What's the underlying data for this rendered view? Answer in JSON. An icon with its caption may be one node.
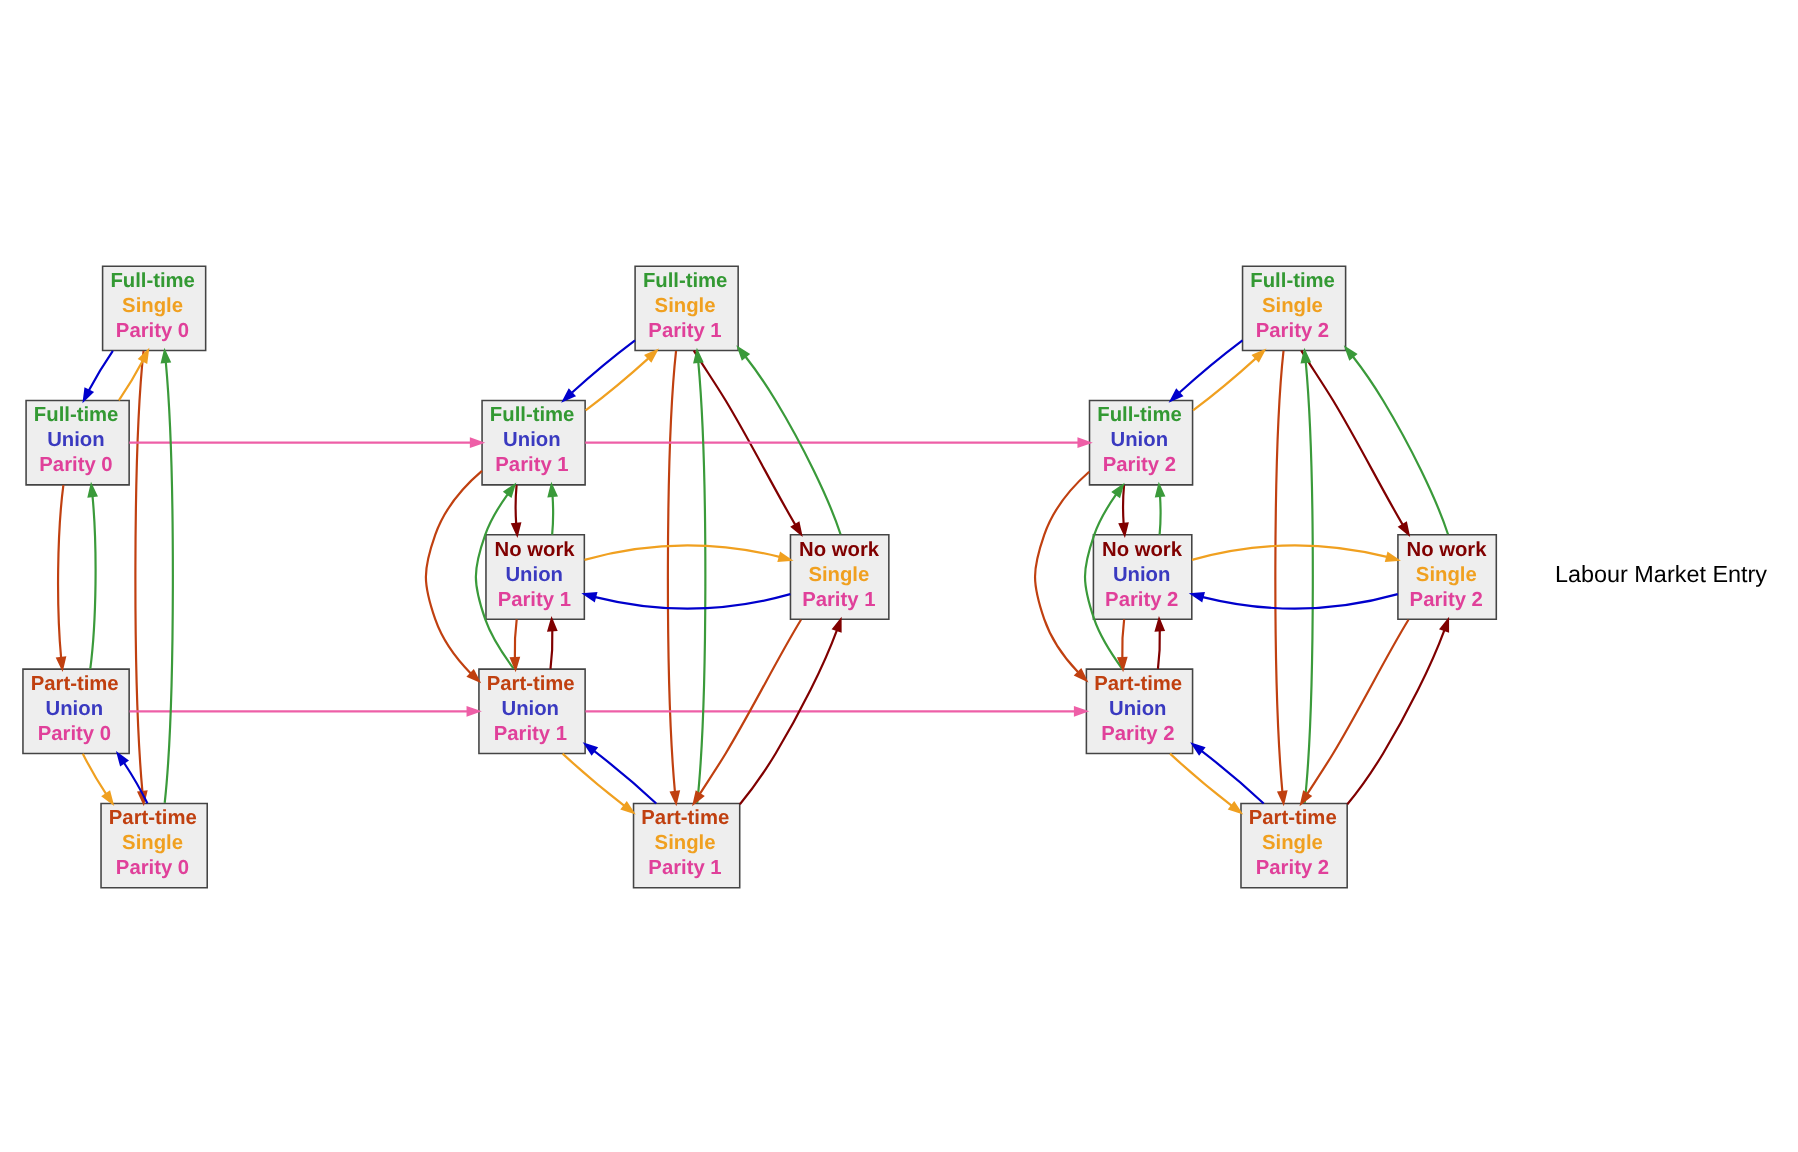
{
  "diagram": {
    "nodes": [
      {
        "text": [
          "Full-time",
          "Single",
          "Parity 0"
        ]
      },
      {
        "text": [
          "Full-time",
          "Union",
          "Parity 0"
        ]
      },
      {
        "text": [
          "Part-time",
          "Union",
          "Parity 0"
        ]
      },
      {
        "text": [
          "Part-time",
          "Single",
          "Parity 0"
        ]
      },
      {
        "text": [
          "Full-time",
          "Single",
          "Parity 1"
        ]
      },
      {
        "text": [
          "Full-time",
          "Union",
          "Parity 1"
        ]
      },
      {
        "text": [
          "Part-time",
          "Union",
          "Parity 1"
        ]
      },
      {
        "text": [
          "Part-time",
          "Single",
          "Parity 1"
        ]
      },
      {
        "text": [
          "No work",
          "Union",
          "Parity 1"
        ]
      },
      {
        "text": [
          "No work",
          "Single",
          "Parity 1"
        ]
      },
      {
        "text": [
          "Full-time",
          "Single",
          "Parity 2"
        ]
      },
      {
        "text": [
          "Full-time",
          "Union",
          "Parity 2"
        ]
      },
      {
        "text": [
          "Part-time",
          "Union",
          "Parity 2"
        ]
      },
      {
        "text": [
          "Part-time",
          "Single",
          "Parity 2"
        ]
      },
      {
        "text": [
          "No work",
          "Union",
          "Parity 2"
        ]
      },
      {
        "text": [
          "No work",
          "Single",
          "Parity 2"
        ]
      }
    ],
    "edges": [
      {
        "from": 0,
        "to": 1,
        "arrow": "to",
        "color": "#0000cc"
      },
      {
        "from": 1,
        "to": 0,
        "arrow": "to",
        "color": "#f0a020"
      },
      {
        "from": 1,
        "to": 2,
        "arrow": "to",
        "color": "#c04010"
      },
      {
        "from": 2,
        "to": 1,
        "arrow": "to",
        "color": "#3a9a3a"
      },
      {
        "from": 3,
        "to": 2,
        "arrow": "to",
        "color": "#0000cc"
      },
      {
        "from": 2,
        "to": 3,
        "arrow": "to",
        "color": "#f0a020"
      },
      {
        "from": 3,
        "to": 0,
        "arrow": "to",
        "color": "#3a9a3a"
      },
      {
        "from": 0,
        "to": 3,
        "arrow": "to",
        "color": "#c04010"
      },
      {
        "from": 1,
        "to": 5,
        "arrow": "to",
        "color": "#ee5fa7"
      },
      {
        "from": 2,
        "to": 6,
        "arrow": "to",
        "color": "#ee5fa7"
      },
      {
        "from": 4,
        "to": 5,
        "arrow": "to",
        "color": "#0000cc"
      },
      {
        "from": 5,
        "to": 4,
        "arrow": "to",
        "color": "#f0a020"
      },
      {
        "from": 5,
        "to": 6,
        "arrow": "to",
        "color": "#c04010"
      },
      {
        "from": 6,
        "to": 5,
        "arrow": "to",
        "color": "#3a9a3a"
      },
      {
        "from": 7,
        "to": 6,
        "arrow": "to",
        "color": "#0000cc"
      },
      {
        "from": 6,
        "to": 7,
        "arrow": "to",
        "color": "#f0a020"
      },
      {
        "from": 7,
        "to": 4,
        "arrow": "to",
        "color": "#3a9a3a"
      },
      {
        "from": 4,
        "to": 7,
        "arrow": "to",
        "color": "#c04010"
      },
      {
        "from": 4,
        "to": 9,
        "arrow": "to",
        "color": "#800000"
      },
      {
        "from": 9,
        "to": 4,
        "arrow": "to",
        "color": "#3a9a3a"
      },
      {
        "from": 5,
        "to": 8,
        "arrow": "to",
        "color": "#800000"
      },
      {
        "from": 8,
        "to": 5,
        "arrow": "to",
        "color": "#3a9a3a"
      },
      {
        "from": 8,
        "to": 6,
        "arrow": "to",
        "color": "#c04010"
      },
      {
        "from": 6,
        "to": 8,
        "arrow": "to",
        "color": "#800000"
      },
      {
        "from": 9,
        "to": 8,
        "arrow": "to",
        "color": "#0000cc"
      },
      {
        "from": 8,
        "to": 9,
        "arrow": "to",
        "color": "#f0a020"
      },
      {
        "from": 7,
        "to": 9,
        "arrow": "to",
        "color": "#800000"
      },
      {
        "from": 9,
        "to": 7,
        "arrow": "to",
        "color": "#c04010"
      },
      {
        "from": 5,
        "to": 11,
        "arrow": "to",
        "color": "#ee5fa7"
      },
      {
        "from": 6,
        "to": 12,
        "arrow": "to",
        "color": "#ee5fa7"
      },
      {
        "from": 10,
        "to": 11,
        "arrow": "to",
        "color": "#0000cc"
      },
      {
        "from": 11,
        "to": 10,
        "arrow": "to",
        "color": "#f0a020"
      },
      {
        "from": 11,
        "to": 12,
        "arrow": "to",
        "color": "#c04010"
      },
      {
        "from": 12,
        "to": 11,
        "arrow": "to",
        "color": "#3a9a3a"
      },
      {
        "from": 13,
        "to": 12,
        "arrow": "to",
        "color": "#0000cc"
      },
      {
        "from": 12,
        "to": 13,
        "arrow": "to",
        "color": "#f0a020"
      },
      {
        "from": 13,
        "to": 10,
        "arrow": "to",
        "color": "#3a9a3a"
      },
      {
        "from": 10,
        "to": 13,
        "arrow": "to",
        "color": "#c04010"
      },
      {
        "from": 10,
        "to": 15,
        "arrow": "to",
        "color": "#800000"
      },
      {
        "from": 15,
        "to": 10,
        "arrow": "to",
        "color": "#3a9a3a"
      },
      {
        "from": 11,
        "to": 14,
        "arrow": "to",
        "color": "#800000"
      },
      {
        "from": 14,
        "to": 11,
        "arrow": "to",
        "color": "#3a9a3a"
      },
      {
        "from": 14,
        "to": 12,
        "arrow": "to",
        "color": "#c04010"
      },
      {
        "from": 12,
        "to": 14,
        "arrow": "to",
        "color": "#800000"
      },
      {
        "from": 15,
        "to": 14,
        "arrow": "to",
        "color": "#0000cc"
      },
      {
        "from": 14,
        "to": 15,
        "arrow": "to",
        "color": "#f0a020"
      },
      {
        "from": 13,
        "to": 15,
        "arrow": "to",
        "color": "#800000"
      },
      {
        "from": 15,
        "to": 13,
        "arrow": "to",
        "color": "#c04010"
      }
    ],
    "labels": [
      "Labour Market Entry"
    ]
  }
}
